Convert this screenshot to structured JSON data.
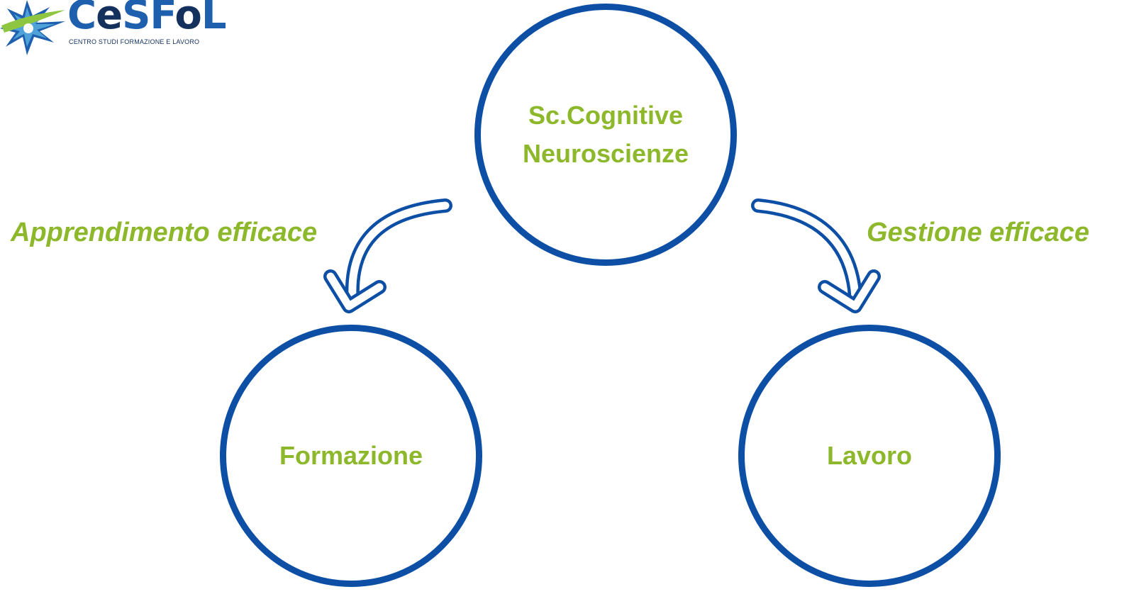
{
  "colors": {
    "blue": "#0E4FA6",
    "green": "#8DB82B",
    "logo_blue": "#1E5FAE",
    "logo_dark": "#14315E",
    "logo_green": "#8EC641",
    "logo_light": "#4FA3D9"
  },
  "logo": {
    "name": "CeSFoL",
    "tagline": "CENTRO STUDI FORMAZIONE E LAVORO"
  },
  "nodes": {
    "top": {
      "line1": "Sc.Cognitive",
      "line2": "Neuroscienze"
    },
    "left": {
      "label": "Formazione"
    },
    "right": {
      "label": "Lavoro"
    }
  },
  "edges": {
    "left": {
      "label": "Apprendimento efficace",
      "icon": "curved-arrow-down-left-icon"
    },
    "right": {
      "label": "Gestione efficace",
      "icon": "curved-arrow-down-right-icon"
    }
  }
}
